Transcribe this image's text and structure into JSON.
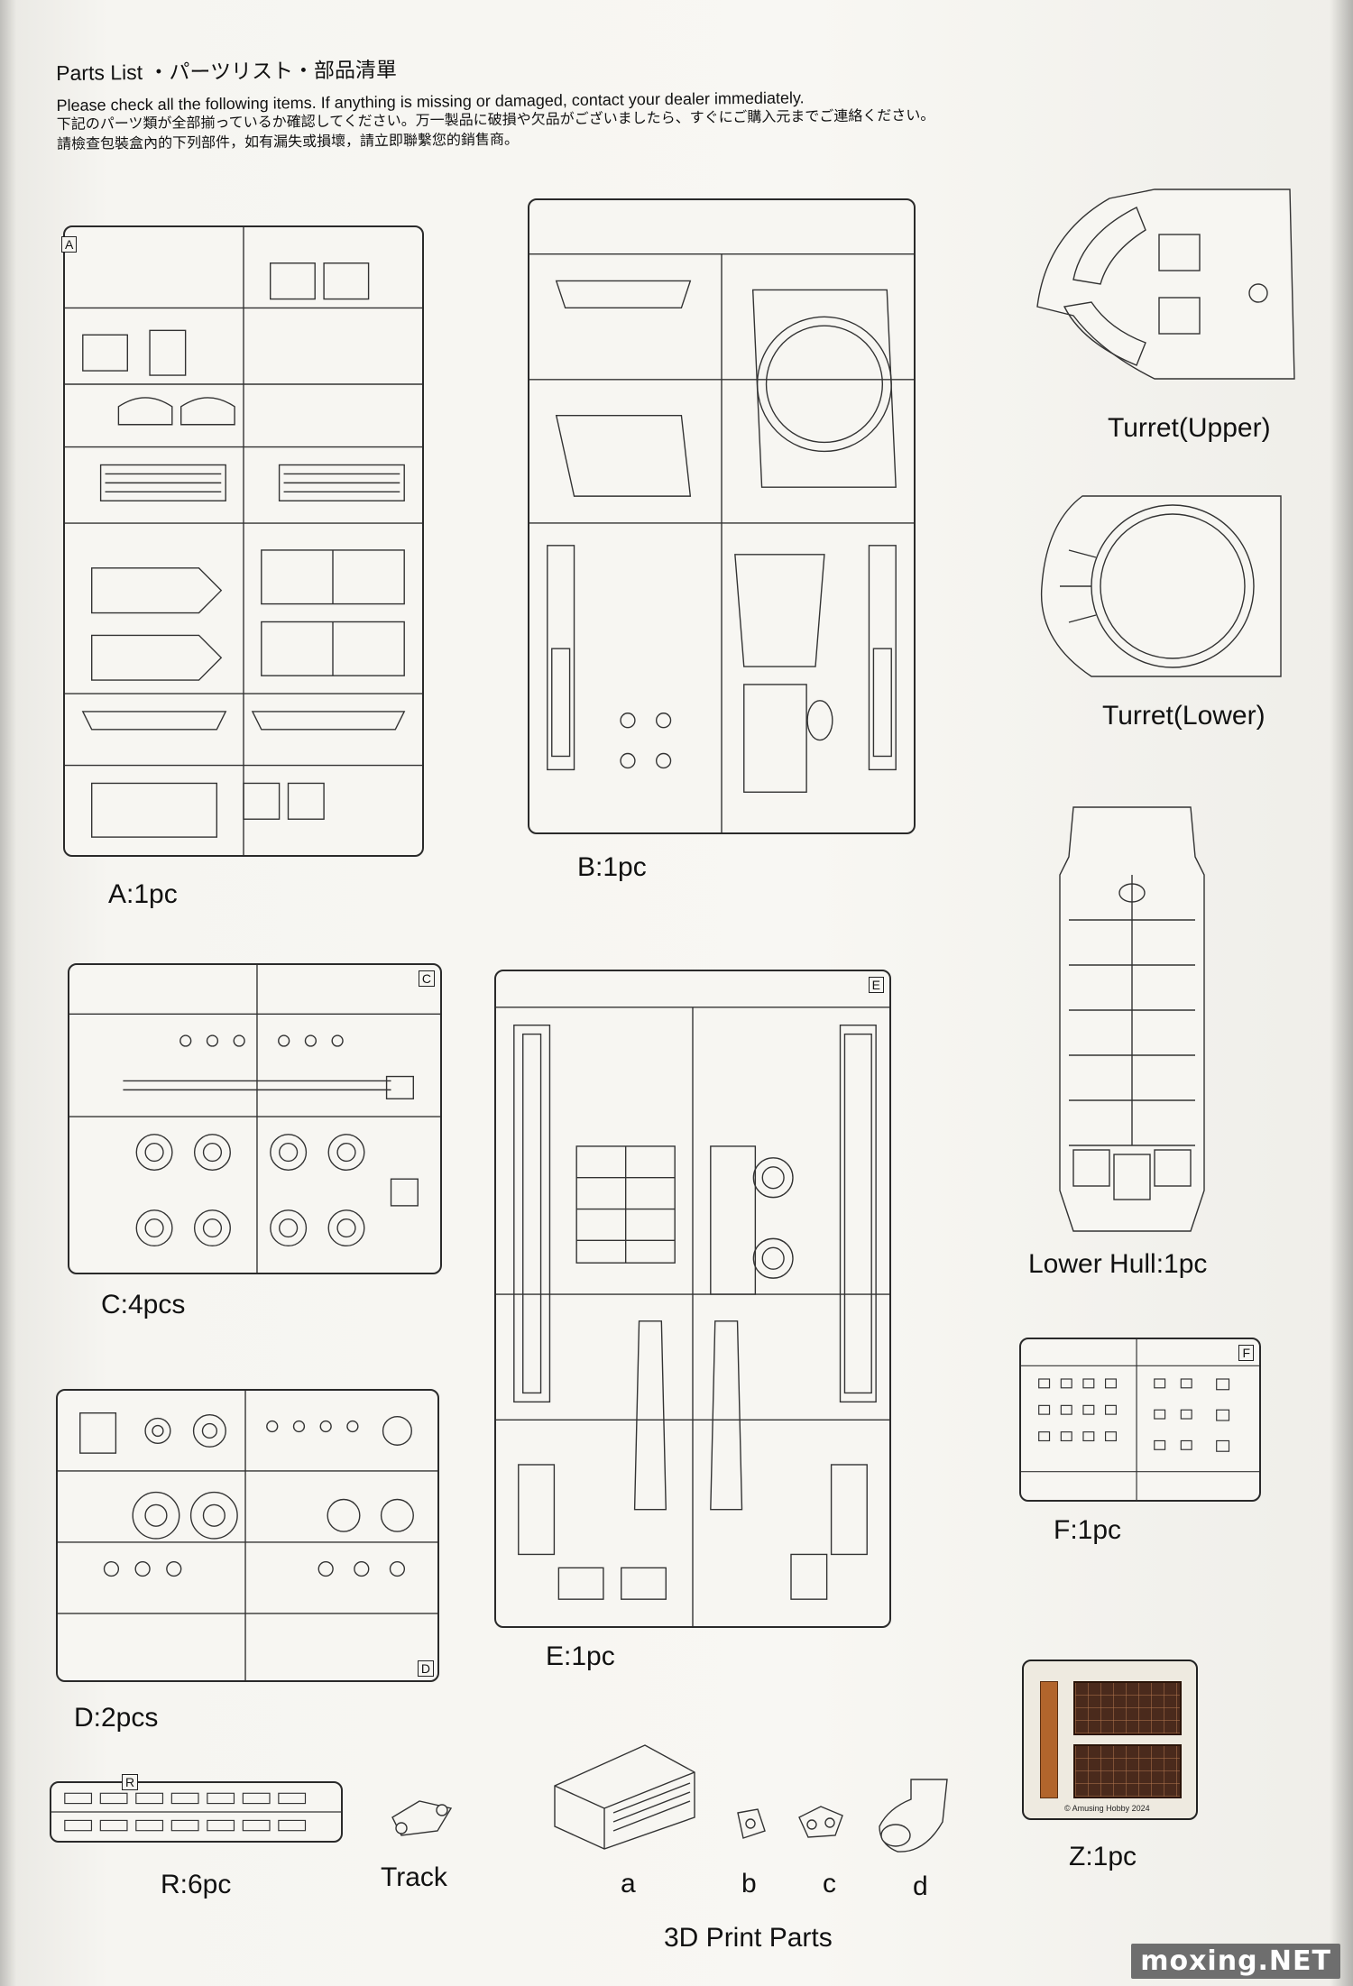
{
  "header": {
    "title": "Parts List ・パーツリスト・部品清單",
    "line_en": "Please check all the following items. If anything is missing or damaged, contact your dealer immediately.",
    "line_ja": "下記のパーツ類が全部揃っているか確認してください。万一製品に破損や欠品がございましたら、すぐにご購入元までご連絡ください。",
    "line_zh": "請檢查包裝盒內的下列部件，如有漏失或損壞，請立即聯繫您的銷售商。"
  },
  "parts": {
    "a": "A:1pc",
    "b": "B:1pc",
    "turret_upper": "Turret(Upper)",
    "turret_lower": "Turret(Lower)",
    "lower_hull": "Lower Hull:1pc",
    "c": "C:4pcs",
    "e": "E:1pc",
    "f": "F:1pc",
    "d": "D:2pcs",
    "z": "Z:1pc",
    "r": "R:6pc",
    "track": "Track",
    "print_a": "a",
    "print_b": "b",
    "print_c": "c",
    "print_d": "d",
    "print_title": "3D Print Parts"
  },
  "sprue_letters": {
    "a": "A",
    "c": "C",
    "e": "E",
    "f": "F",
    "d": "D",
    "r": "R"
  },
  "pe_text": "© Amusing Hobby 2024",
  "watermark": "moxing.NET"
}
